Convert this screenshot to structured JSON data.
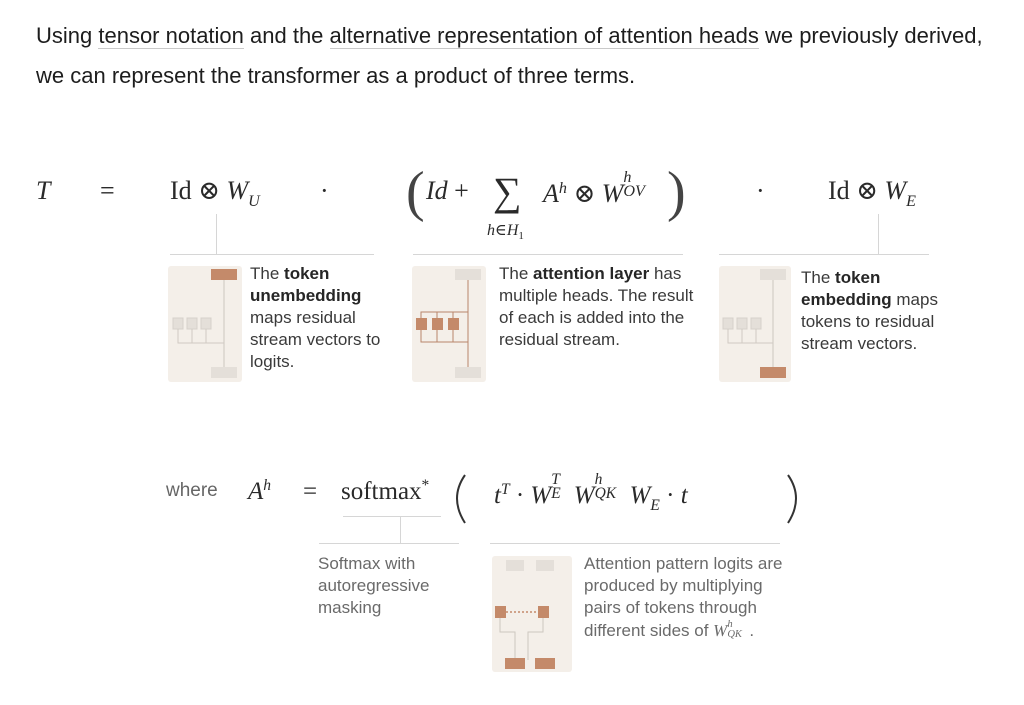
{
  "intro": {
    "text_1": "Using ",
    "link_1": "tensor notation",
    "text_2": " and the ",
    "link_2": "alternative representation of attention heads",
    "text_3": " we previously derived, we can represent the transformer as a product of three terms."
  },
  "equation": {
    "lhs": "T",
    "equals": "=",
    "term1": {
      "id": "Id",
      "otimes": "⊗",
      "w": "W",
      "sub": "U"
    },
    "dot": "·",
    "term2": {
      "id": "Id",
      "plus": "+",
      "sum": "∑",
      "sum_sub": "h∈H",
      "sum_sub_idx": "1",
      "a": "A",
      "a_sup": "h",
      "otimes": "⊗",
      "w": "W",
      "w_sup": "h",
      "w_sub": "OV"
    },
    "term3": {
      "id": "Id",
      "otimes": "⊗",
      "w": "W",
      "sub": "E"
    }
  },
  "captions": {
    "unembed": {
      "pre": "The ",
      "bold": "token unembedding",
      "post": " maps residual stream vectors to logits."
    },
    "attention": {
      "pre": "The ",
      "bold": "attention layer",
      "post": " has multiple heads. The result of each is added into the residual stream."
    },
    "embed": {
      "pre": "The ",
      "bold": "token embedding",
      "post": " maps tokens to residual stream vectors."
    }
  },
  "where_eq": {
    "where": "where",
    "a": "A",
    "a_sup": "h",
    "equals": "=",
    "softmax": "softmax",
    "star": "*",
    "t": "t",
    "t_sup": "T",
    "dot": "·",
    "w": "W",
    "we_sup": "T",
    "we_sub": "E",
    "wqk_sup": "h",
    "wqk_sub": "QK",
    "w2_sub": "E",
    "t2": "t"
  },
  "softmax_caption": "Softmax with autoregressive masking",
  "pattern_caption": {
    "text": "Attention pattern logits are produced by multiplying pairs of tokens through different sides of ",
    "w": "W",
    "sup": "h",
    "sub": "QK",
    "end": "."
  },
  "colors": {
    "accent": "#c48a6a",
    "panel": "#f4efe9",
    "gray_box": "#e6e2dd",
    "rule": "#d6d6d6"
  }
}
